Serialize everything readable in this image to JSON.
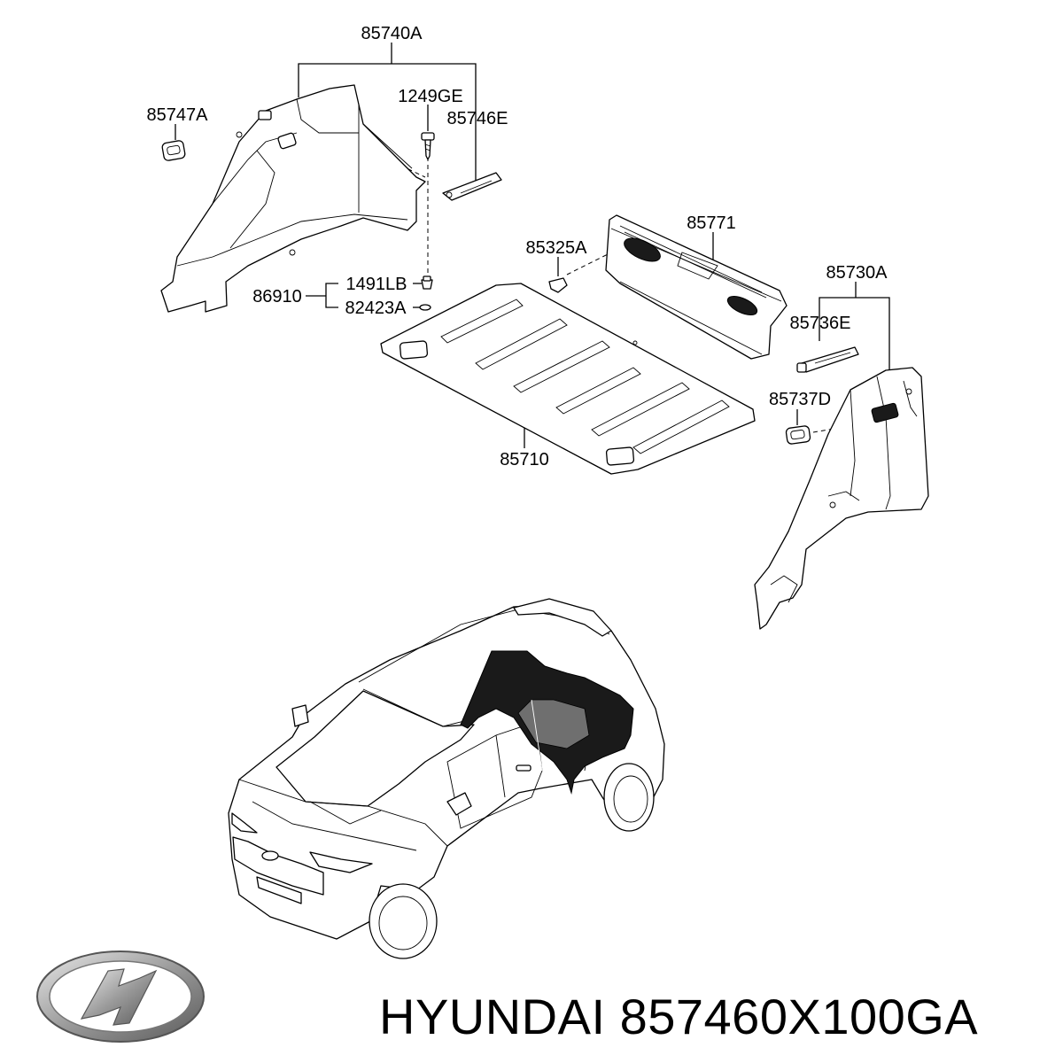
{
  "labels": {
    "p85740A": "85740A",
    "p85747A": "85747A",
    "p1249GE": "1249GE",
    "p85746E": "85746E",
    "p85771": "85771",
    "p85325A": "85325A",
    "p85730A": "85730A",
    "p86910": "86910",
    "p1491LB": "1491LB",
    "p82423A": "82423A",
    "p85736E": "85736E",
    "p85737D": "85737D",
    "p85710": "85710"
  },
  "footer": {
    "brand": "HYUNDAI",
    "part_number": "857460X100GA",
    "logo_icon": "hyundai-logo-icon"
  }
}
